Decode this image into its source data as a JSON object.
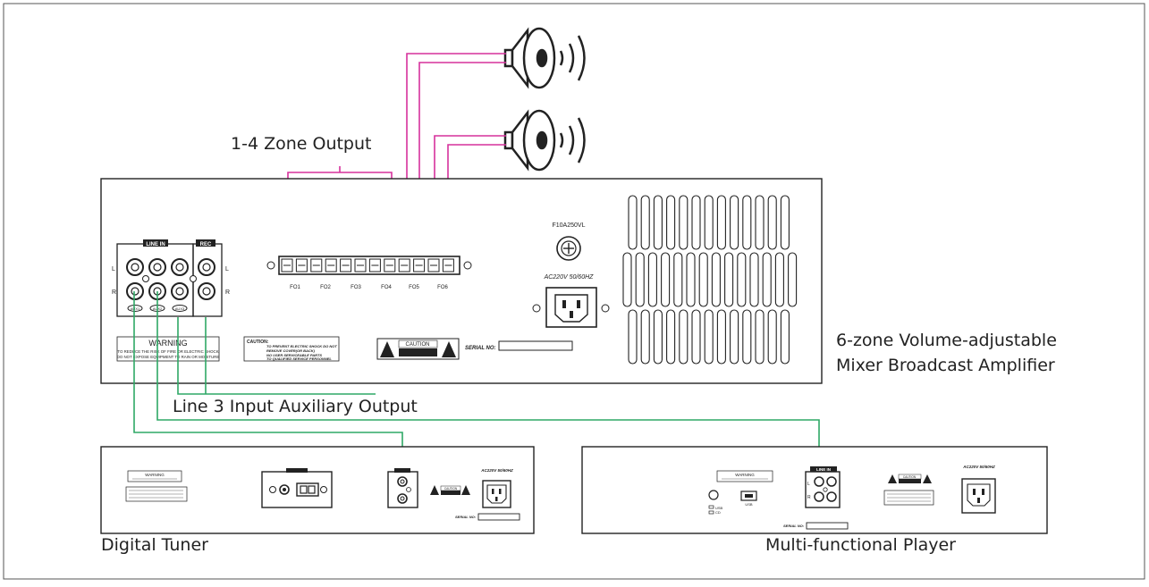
{
  "labels": {
    "zone_output": "1-4 Zone Output",
    "aux_output": "Line 3 Input Auxiliary Output",
    "amp_title_1": "6-zone Volume-adjustable",
    "amp_title_2": "Mixer Broadcast Amplifier",
    "tuner": "Digital Tuner",
    "player": "Multi-functional Player"
  },
  "amplifier": {
    "line_in": "LINE IN",
    "rec": "REC",
    "ch_l": "L",
    "ch_r": "R",
    "aux1": "AUX1",
    "aux2": "AUX2",
    "aux3": "AUX3",
    "fuse": "F10A250VL",
    "power": "AC220V 50/60HZ",
    "zones": [
      "FO1",
      "FO2",
      "FO3",
      "FO4",
      "FO5",
      "FO6"
    ],
    "warning_title": "WARNING",
    "warning_1": "TO REDUCE THE RISK OF FIRE OR ELECTRIC SHOCK",
    "warning_2": "DO NOT EXPOSE EQUIPMENT TO RAIN OR MOISTURE",
    "caution_title": "CAUTION:",
    "caution_1": "TO PREVENT ELECTRIC SHOCK DO NOT",
    "caution_2": "REMOVE COVER(OR BACK)",
    "caution_3": "NO USER SERVICEABLE PARTS",
    "caution_4": "TO QUALIFIED SERVICE PERSONNEL",
    "caution_badge": "CAUTION",
    "serial": "SERIAL NO:"
  },
  "tuner": {
    "warning_title": "WARNING",
    "caution_badge": "CAUTION",
    "power": "AC220V 50/60HZ",
    "serial": "SERIAL NO:"
  },
  "player": {
    "warning_title": "WARNING",
    "line_in": "LINE IN",
    "ch_l": "L",
    "ch_r": "R",
    "usb": "USB",
    "usb2": "USB",
    "cd": "CD",
    "caution_badge": "CAUTION",
    "power": "AC220V 50/60HZ",
    "serial": "SERIAL NO:"
  },
  "colors": {
    "speaker_wire": "#d6319c",
    "signal_wire": "#2fa866",
    "outline": "#222222"
  }
}
